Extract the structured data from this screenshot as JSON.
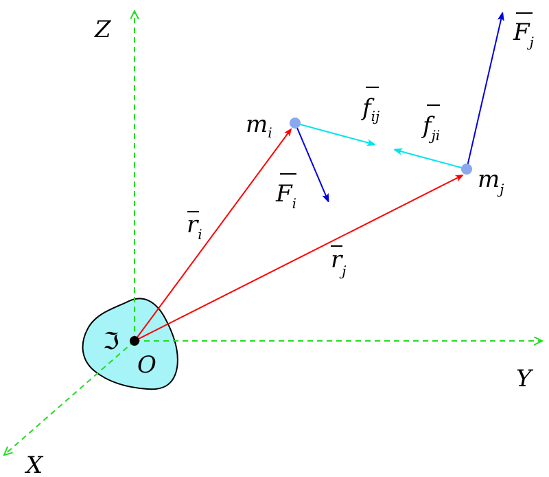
{
  "colors": {
    "axis": "#22dd22",
    "position_vector": "#ff0000",
    "external_force": "#0000dd",
    "internal_force": "#00e5ee",
    "particle": "#8aa8f0",
    "body_fill": "#a6f4f8",
    "body_stroke": "#000000",
    "origin_dot": "#000000"
  },
  "labels": {
    "z_axis": "Z",
    "y_axis": "Y",
    "x_axis": "X",
    "origin": "O",
    "frame": "ℑ",
    "m_i": {
      "base": "m",
      "sub": "i"
    },
    "m_j": {
      "base": "m",
      "sub": "j"
    },
    "r_i": {
      "base": "r",
      "sub": "i"
    },
    "r_j": {
      "base": "r",
      "sub": "j"
    },
    "F_i": {
      "base": "F",
      "sub": "i"
    },
    "F_j": {
      "base": "F",
      "sub": "j"
    },
    "f_ij": {
      "base": "f",
      "sub": "ij"
    },
    "f_ji": {
      "base": "f",
      "sub": "ji"
    }
  }
}
